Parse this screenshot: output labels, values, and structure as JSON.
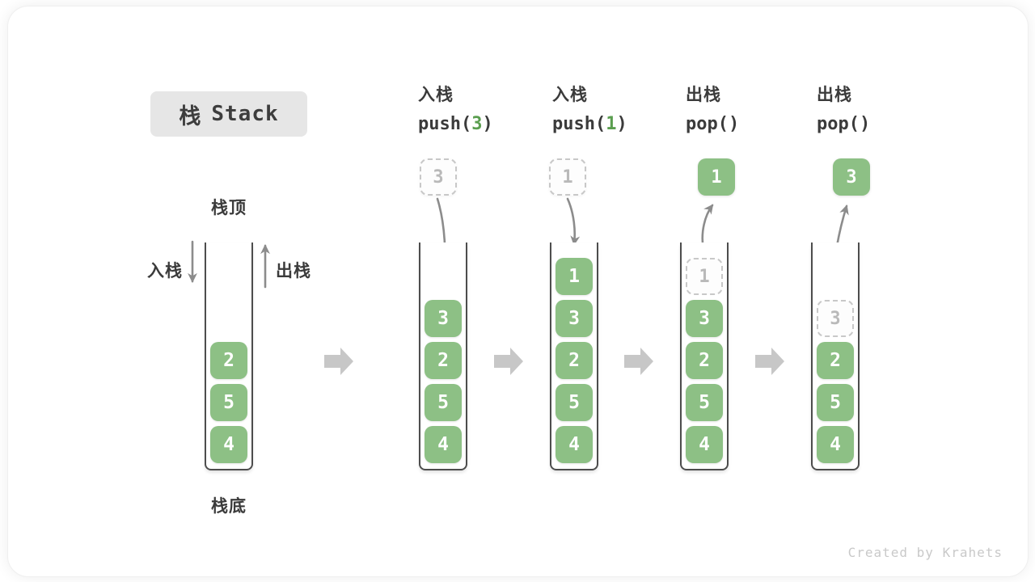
{
  "title": {
    "zh": "栈",
    "en": "Stack"
  },
  "legend": {
    "stack_top": "栈顶",
    "stack_bottom": "栈底",
    "push": "入栈",
    "pop": "出栈"
  },
  "stages": [
    {
      "blocks": [
        "2",
        "5",
        "4"
      ]
    },
    {
      "op": "入栈",
      "code_pre": "push(",
      "code_arg": "3",
      "code_post": ")",
      "float_value": "3",
      "blocks": [
        "3",
        "2",
        "5",
        "4"
      ]
    },
    {
      "op": "入栈",
      "code_pre": "push(",
      "code_arg": "1",
      "code_post": ")",
      "float_value": "1",
      "blocks": [
        "1",
        "3",
        "2",
        "5",
        "4"
      ]
    },
    {
      "op": "出栈",
      "code_pre": "pop(",
      "code_arg": "",
      "code_post": ")",
      "float_value": "1",
      "ghost": "1",
      "blocks": [
        "3",
        "2",
        "5",
        "4"
      ]
    },
    {
      "op": "出栈",
      "code_pre": "pop(",
      "code_arg": "",
      "code_post": ")",
      "float_value": "3",
      "ghost": "3",
      "blocks": [
        "2",
        "5",
        "4"
      ]
    }
  ],
  "watermark": "Created by Krahets",
  "colors": {
    "block_green": "#8dc085",
    "code_arg_green": "#5a9e4f",
    "text_dark": "#3b3b3b",
    "curve_arrow_gray": "#8c8c8c",
    "flow_arrow_gray": "#c7c7c7",
    "ghost_border_gray": "#c8c8c8",
    "ghost_text_gray": "#b9b9b9",
    "container_wall": "#4d4d4d",
    "title_bg": "#e6e6e6",
    "watermark_gray": "#c9c9c9"
  }
}
